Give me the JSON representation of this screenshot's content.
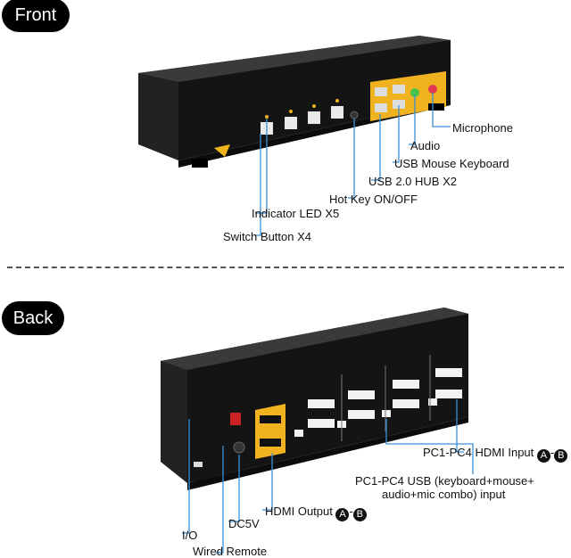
{
  "front": {
    "title": "Front",
    "labels": {
      "microphone": "Microphone",
      "audio": "Audio",
      "usb_mouse_keyboard": "USB Mouse Keyboard",
      "usb_hub": "USB 2.0 HUB X2",
      "hot_key": "Hot Key ON/OFF",
      "indicator_led": "Indicator LED X5",
      "switch_button": "Switch Button X4"
    }
  },
  "back": {
    "title": "Back",
    "labels": {
      "pc_hdmi_input": "PC1-PC4 HDMI Input",
      "pc_usb_line1": "PC1-PC4 USB (keyboard+mouse+",
      "pc_usb_line2": "audio+mic combo) input",
      "hdmi_output": "HDMI Output",
      "dc5v": "DC5V",
      "io": "I/O",
      "wired_remote": "Wired Remote"
    },
    "badge_a": "A",
    "badge_b": "B"
  },
  "colors": {
    "device_body": "#1b1b1b",
    "accent_panel": "#f0b21e",
    "leader_line": "#3a8fd6"
  }
}
